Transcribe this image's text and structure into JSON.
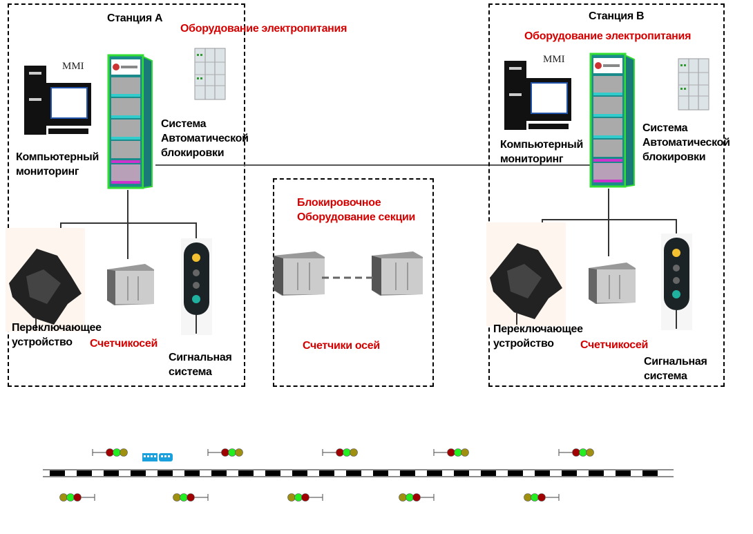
{
  "station_a": {
    "title": "Станция А",
    "power_equipment": "Оборудование электропитания",
    "mmi": "MMI",
    "computer_monitoring": [
      "Компьютерный",
      "мониторинг"
    ],
    "auto_block_system": [
      "Система",
      "Автоматической",
      "блокировки"
    ],
    "switch_device": [
      "Переключающее",
      "устройство"
    ],
    "axle_counter": "Счетчикосей",
    "signal_system": [
      "Сигнальная",
      "система"
    ]
  },
  "station_b": {
    "title": "Станция В",
    "power_equipment": "Оборудование электропитания",
    "mmi": "MMI",
    "computer_monitoring": [
      "Компьютерный",
      "мониторинг"
    ],
    "auto_block_system": [
      "Система",
      "Автоматической",
      "блокировки"
    ],
    "switch_device": [
      "Переключающее",
      "устройство"
    ],
    "axle_counter": "Счетчикосей",
    "signal_system": [
      "Сигнальная",
      "система"
    ]
  },
  "section": {
    "title": [
      "Блокировочное",
      "Оборудование секции"
    ],
    "axle_counters": "Счетчики осей"
  },
  "colors": {
    "label_red": "#d40000",
    "rack_green": "#33dd33",
    "rack_teal": "#1a8a8a",
    "signal_red": "#a00000",
    "signal_green": "#22ee22",
    "signal_olive": "#a09010",
    "train_blue": "#1aa0dd"
  },
  "track": {
    "upper_signals": [
      "red-green-olive",
      "red-green-olive",
      "red-green-olive",
      "red-green-olive",
      "red-green-olive"
    ],
    "lower_signals": [
      "olive-green-red",
      "olive-green-red",
      "olive-green-red",
      "olive-green-red",
      "olive-green-red"
    ],
    "train": "train-icon"
  }
}
